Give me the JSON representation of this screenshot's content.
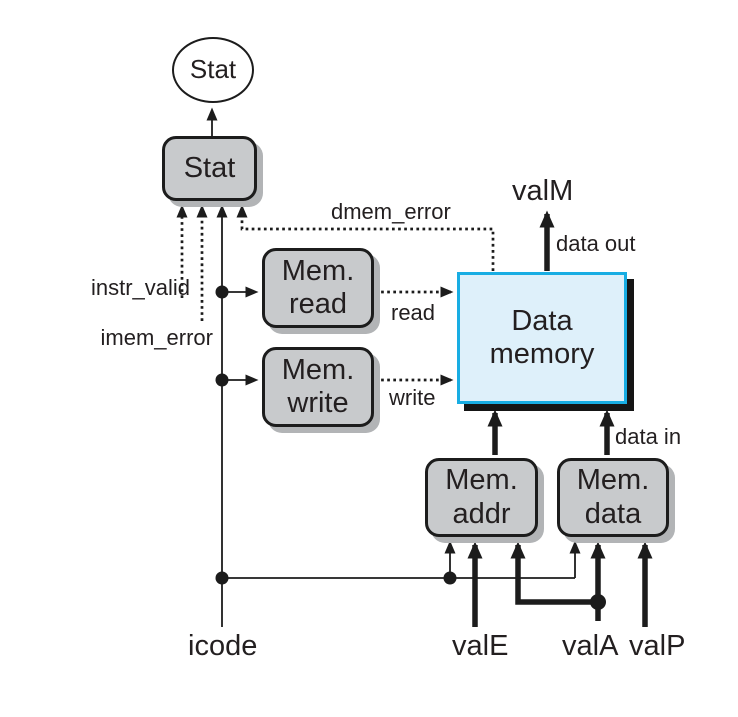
{
  "nodes": {
    "stat_state": {
      "label": "Stat"
    },
    "stat_unit": {
      "label": "Stat"
    },
    "mem_read": {
      "line1": "Mem.",
      "line2": "read"
    },
    "mem_write": {
      "line1": "Mem.",
      "line2": "write"
    },
    "data_memory": {
      "line1": "Data",
      "line2": "memory"
    },
    "mem_addr": {
      "line1": "Mem.",
      "line2": "addr"
    },
    "mem_data": {
      "line1": "Mem.",
      "line2": "data"
    }
  },
  "signals": {
    "dmem_error": "dmem_error",
    "instr_valid": "instr_valid",
    "imem_error": "imem_error",
    "read": "read",
    "write": "write",
    "data_out": "data out",
    "data_in": "data in"
  },
  "ports": {
    "valM": "valM",
    "icode": "icode",
    "valE": "valE",
    "valA": "valA",
    "valP": "valP"
  },
  "colors": {
    "background": "#ffffff",
    "block_fill": "#c8cacc",
    "block_border": "#1c1c1c",
    "block_shadow": "#b2b4b6",
    "memory_fill": "#def0fa",
    "memory_border": "#18ade3",
    "memory_shadow": "#151515",
    "wire": "#1c1c1c",
    "text": "#231f20"
  }
}
